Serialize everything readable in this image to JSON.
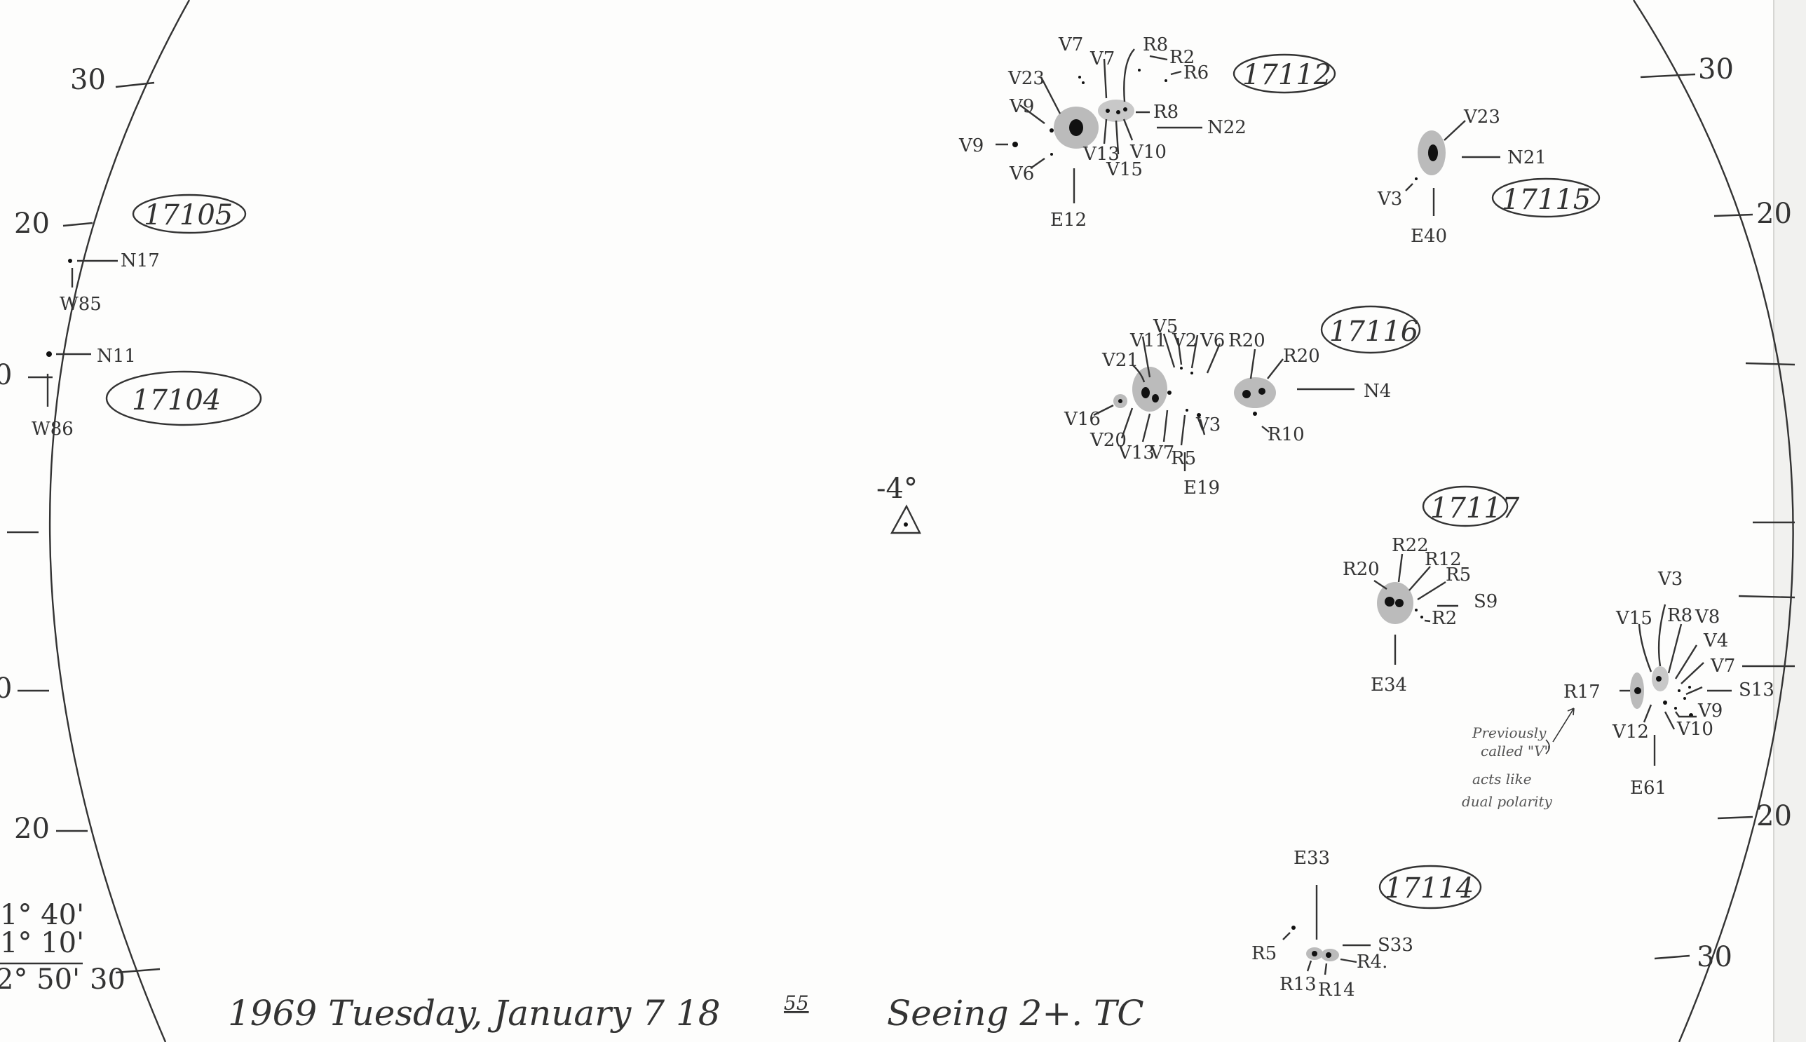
{
  "scale_left": [
    "30",
    "20",
    "0",
    "0",
    "20",
    "30"
  ],
  "scale_right": [
    "30",
    "20",
    "20",
    "30"
  ],
  "corner_notes": [
    "1° 40'",
    "1° 10'",
    "2° 50'"
  ],
  "center_mark": "-4°",
  "caption": "1969  Tuesday, January 7   18",
  "caption_time_sup": "55",
  "caption_seeing": "Seeing 2+.  TC",
  "regions": {
    "r17105": {
      "number": "17105",
      "labels": [
        "N17",
        "W85"
      ]
    },
    "r17104": {
      "number": "17104",
      "labels": [
        "N11",
        "W86"
      ]
    },
    "r17112": {
      "number": "17112",
      "labels": [
        "V7",
        "V7",
        "R8",
        "R2",
        "R6",
        "V23",
        "V9",
        "R8",
        "N22",
        "V9",
        "V6",
        "V13",
        "V15",
        "V10",
        "E12"
      ]
    },
    "r17115": {
      "number": "17115",
      "labels": [
        "V23",
        "N21",
        "V3",
        "E40"
      ]
    },
    "r17116": {
      "number": "17116",
      "labels": [
        "V11",
        "V5",
        "V2",
        "V6",
        "R20",
        "V21",
        "R20",
        "N4",
        "V16",
        "V20",
        "V13",
        "V7",
        "R5",
        "V3",
        "R10",
        "E19"
      ]
    },
    "r17117": {
      "number": "17117",
      "labels": [
        "R20",
        "R22",
        "R12",
        "R5",
        "S9",
        "R2",
        "E34"
      ]
    },
    "r17118": {
      "labels": [
        "V3",
        "V15",
        "R8",
        "V8",
        "V4",
        "V7",
        "R17",
        "S13",
        "V9",
        "V12",
        "V10",
        "E61"
      ],
      "note": [
        "Previously",
        "called \"V\"",
        "acts like",
        "dual polarity"
      ]
    },
    "r17114": {
      "number": "17114",
      "labels": [
        "E33",
        "S33",
        "R5",
        "R4.",
        "R13",
        "R14"
      ]
    }
  }
}
